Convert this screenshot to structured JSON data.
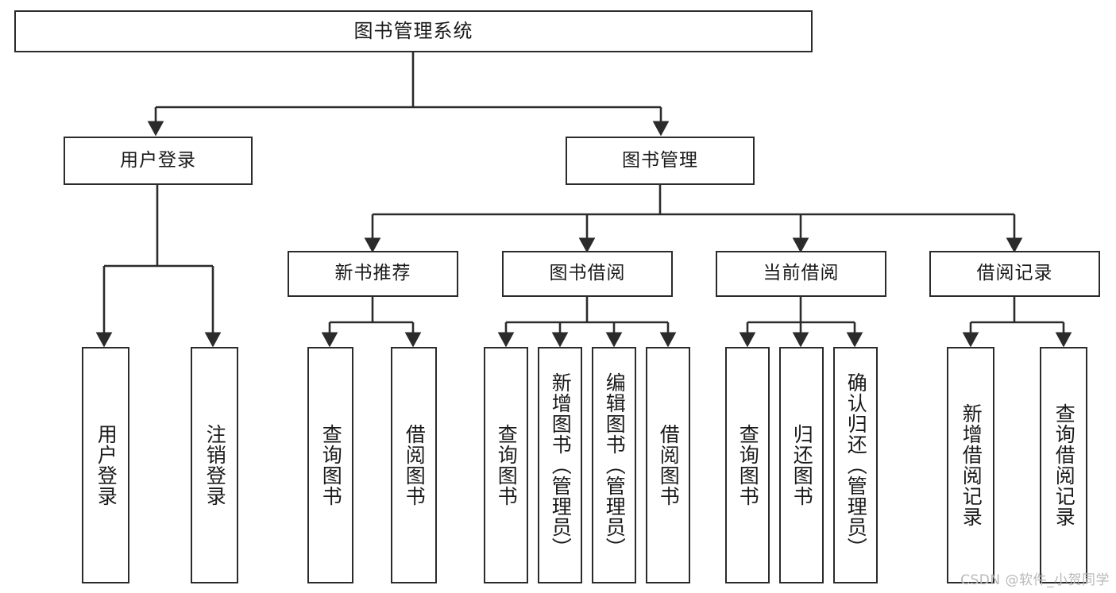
{
  "diagram": {
    "title": "图书管理系统",
    "type": "tree-hierarchy",
    "orientation": "top-down",
    "style": {
      "box_border": "#2b2b2b",
      "box_fill": "#ffffff",
      "line_color": "#2b2b2b",
      "text_color": "#1a1a1a",
      "background": "#ffffff"
    },
    "levels": [
      {
        "level": 0,
        "nodes": [
          "图书管理系统"
        ]
      },
      {
        "level": 1,
        "nodes": [
          "用户登录",
          "图书管理"
        ]
      },
      {
        "level": 2,
        "nodes": [
          "用户登录",
          "注销登录",
          "新书推荐",
          "图书借阅",
          "当前借阅",
          "借阅记录"
        ]
      },
      {
        "level": 3,
        "nodes": [
          "查询图书",
          "借阅图书",
          "查询图书",
          "新增图书（管理员）",
          "编辑图书（管理员）",
          "借阅图书",
          "查询图书",
          "归还图书",
          "确认归还（管理员）",
          "新增借阅记录",
          "查询借阅记录"
        ]
      }
    ]
  },
  "nodes": {
    "root": {
      "label": "图书管理系统"
    },
    "user_login": {
      "label": "用户登录"
    },
    "book_manage": {
      "label": "图书管理"
    },
    "new_book_rec": {
      "label": "新书推荐"
    },
    "book_borrow": {
      "label": "图书借阅"
    },
    "current_borrow": {
      "label": "当前借阅"
    },
    "borrow_record": {
      "label": "借阅记录"
    },
    "leaf_user_login": {
      "label": "用户登录"
    },
    "leaf_logout": {
      "label": "注销登录"
    },
    "leaf_query_book_1": {
      "label": "查询图书"
    },
    "leaf_borrow_book_1": {
      "label": "借阅图书"
    },
    "leaf_query_book_2": {
      "label": "查询图书"
    },
    "leaf_add_book": {
      "label": "新增图书（管理员）"
    },
    "leaf_edit_book": {
      "label": "编辑图书（管理员）"
    },
    "leaf_borrow_book_2": {
      "label": "借阅图书"
    },
    "leaf_query_book_3": {
      "label": "查询图书"
    },
    "leaf_return_book": {
      "label": "归还图书"
    },
    "leaf_confirm_return": {
      "label": "确认归还（管理员）"
    },
    "leaf_add_record": {
      "label": "新增借阅记录"
    },
    "leaf_query_record": {
      "label": "查询借阅记录"
    }
  },
  "watermark": {
    "text": "CSDN @软件_小贺同学"
  }
}
